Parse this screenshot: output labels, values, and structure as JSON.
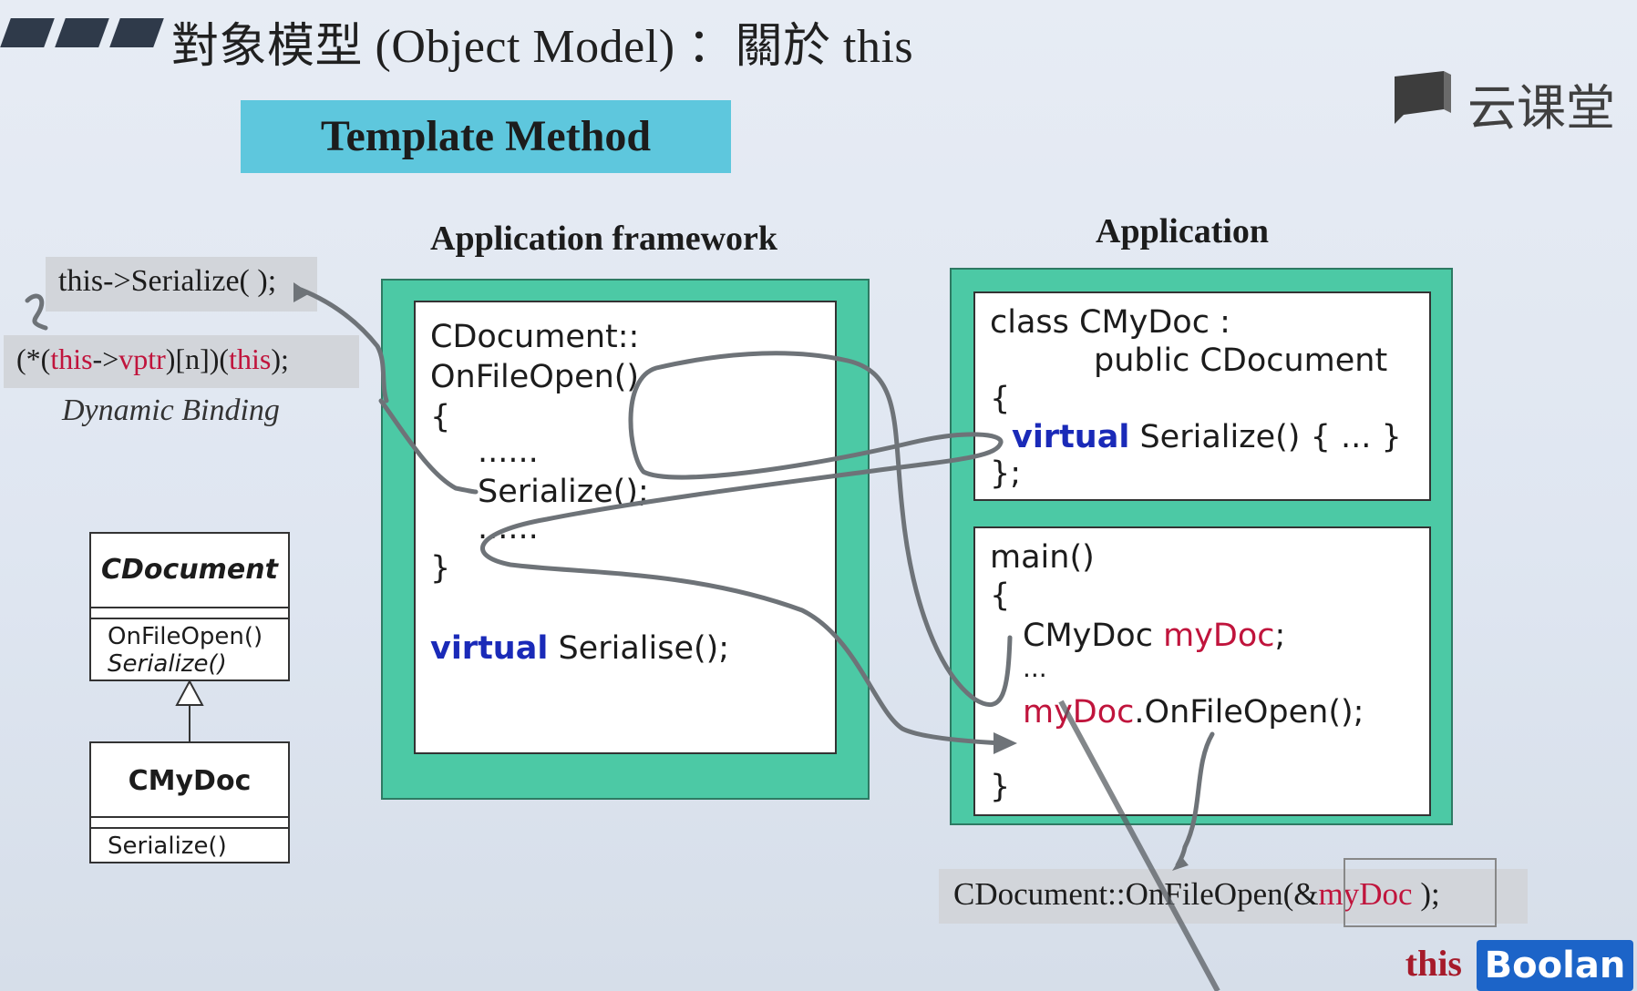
{
  "slide": {
    "title": "對象模型 (Object Model) ：關於 this",
    "logo_text": "云课堂",
    "template_method": "Template Method"
  },
  "left": {
    "call_line": "this->Serialize( );",
    "vptr_prefix": "(*(",
    "vptr_this1": "this",
    "vptr_arrow": "->",
    "vptr_vptr": "vptr",
    "vptr_mid": ")[n])(",
    "vptr_this2": "this",
    "vptr_suffix": ");",
    "binding_label": "Dynamic Binding"
  },
  "uml": {
    "base_class": "CDocument",
    "base_method1": "OnFileOpen()",
    "base_method2": "Serialize()",
    "derived_class": "CMyDoc",
    "derived_method": "Serialize()"
  },
  "framework": {
    "title": "Application framework",
    "line1": "CDocument::",
    "line2": "OnFileOpen()",
    "line3": "{",
    "line4": "......",
    "line5": "Serialize();",
    "line6": "......",
    "line7": "}",
    "virtual_kw": "virtual",
    "virtual_decl": " Serialise();"
  },
  "application": {
    "title": "Application",
    "class_line1": "class CMyDoc :",
    "class_line2": "public CDocument",
    "class_open": "{",
    "virtual_kw": "virtual",
    "virtual_rest": " Serialize() { ... }",
    "class_close": "};",
    "main_line": "main()",
    "main_open": "{",
    "decl_type": "CMyDoc ",
    "decl_var": "myDoc",
    "decl_end": ";",
    "dots": "...",
    "call_var": "myDoc",
    "call_rest": ".OnFileOpen();",
    "main_close": "}"
  },
  "bottom": {
    "expansion_prefix": "CDocument::OnFileOpen(",
    "expansion_amp": "&",
    "expansion_var": "myDoc",
    "expansion_suffix": " );",
    "brand_this": "this",
    "brand_name": "Boolan"
  },
  "colors": {
    "frame": "#4cc9a5",
    "title_box": "#5ec7dd",
    "keyword": "#1a2ab8",
    "highlight": "#c0143c",
    "brand": "#1c64c8"
  }
}
